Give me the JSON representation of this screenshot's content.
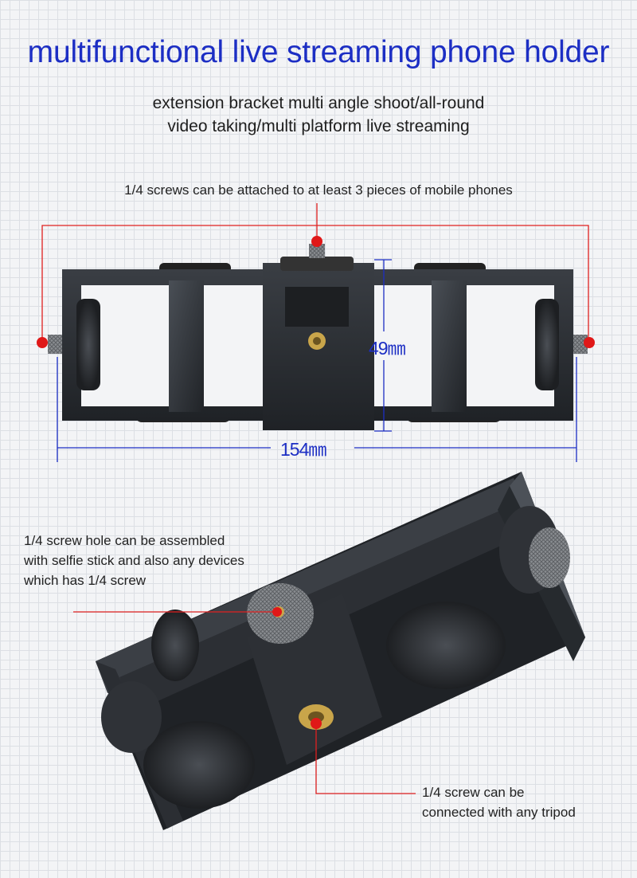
{
  "title": "multifunctional live streaming phone holder",
  "subtitle": {
    "line1": "extension bracket  multi angle shoot/all-round",
    "line2": "video taking/multi platform live streaming"
  },
  "callouts": {
    "screws": "1/4 screws can be attached to at least 3 pieces of mobile phones",
    "screw_hole": {
      "line1": "1/4 screw hole can be assembled",
      "line2": "with selfie stick and also any devices",
      "line3": "which has 1/4 screw"
    },
    "tripod": {
      "line1": "1/4 screw can be",
      "line2": "connected with any tripod"
    }
  },
  "dimensions": {
    "height": "49㎜",
    "width": "154㎜"
  },
  "colors": {
    "title": "#1c2ec4",
    "callout_line": "#e02020",
    "dimension_line": "#1c2ec4",
    "product": "#2a2d31"
  },
  "icons": {
    "marker": "red-dot-marker"
  }
}
